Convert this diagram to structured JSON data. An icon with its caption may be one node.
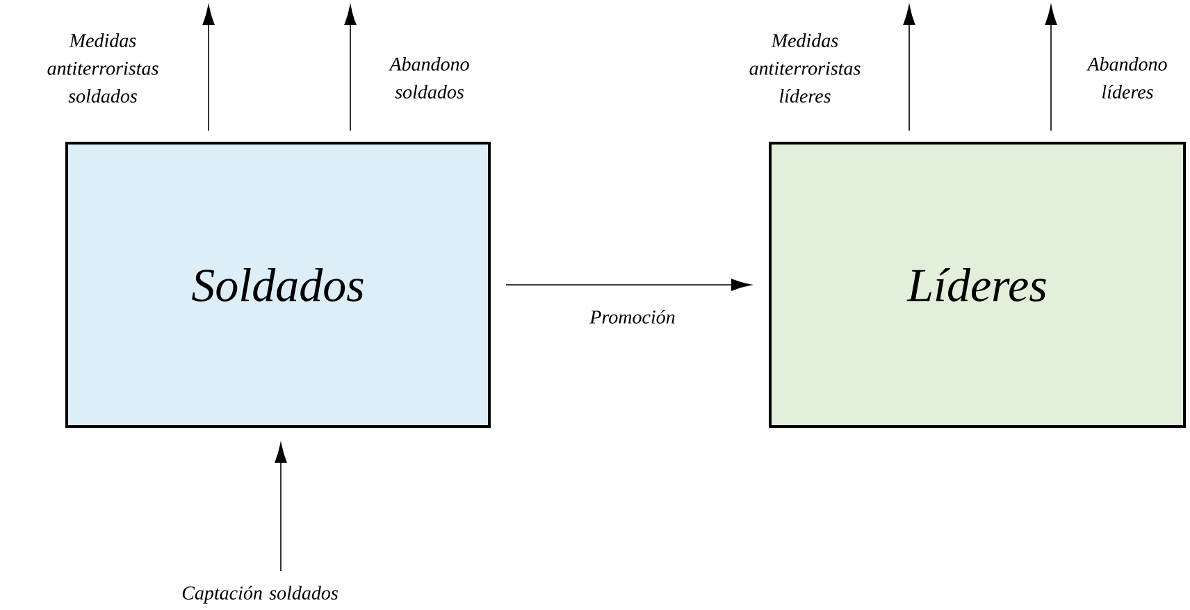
{
  "diagram": {
    "nodes": [
      {
        "text": [
          "Soldados"
        ]
      },
      {
        "text": [
          "Líderes"
        ]
      }
    ],
    "edges": [
      {
        "from": 0,
        "to": 1,
        "arrow": "to",
        "label": "Promoción"
      },
      {
        "from": 0,
        "to": null,
        "arrow": "to",
        "label": "Medidas antiterroristas soldados"
      },
      {
        "from": 0,
        "to": null,
        "arrow": "to",
        "label": "Abandono soldados"
      },
      {
        "from": 1,
        "to": null,
        "arrow": "to",
        "label": "Medidas antiterroristas líderes"
      },
      {
        "from": 1,
        "to": null,
        "arrow": "to",
        "label": "Abandono líderes"
      },
      {
        "from": null,
        "to": 0,
        "arrow": "to",
        "label": "Captación soldados"
      }
    ]
  }
}
